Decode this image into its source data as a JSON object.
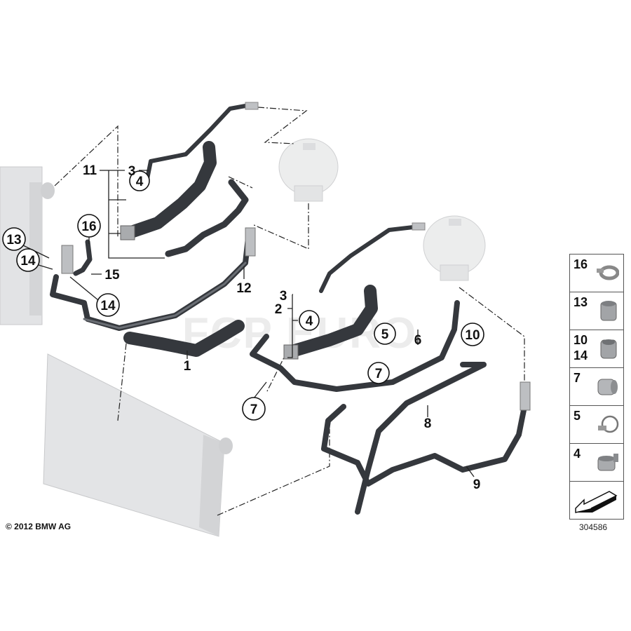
{
  "copyright": "© 2012 BMW AG",
  "diagram_number": "304586",
  "watermark": "FCP EURO",
  "callouts": {
    "c3a": "3",
    "c11": "11",
    "c4a": "4",
    "c16": "16",
    "c13": "13",
    "c14a": "14",
    "c15": "15",
    "c14b": "14",
    "c12": "12",
    "c3b": "3",
    "c2": "2",
    "c4b": "4",
    "c1": "1",
    "c5": "5",
    "c6": "6",
    "c10": "10",
    "c7a": "7",
    "c7b": "7",
    "c8": "8",
    "c9": "9"
  },
  "legend": [
    {
      "labels": [
        "16"
      ],
      "icon": "hose-clamp-spring-icon"
    },
    {
      "labels": [
        "13"
      ],
      "icon": "quick-connector-icon"
    },
    {
      "labels": [
        "10",
        "14"
      ],
      "icon": "quick-connector-icon"
    },
    {
      "labels": [
        "7"
      ],
      "icon": "clamp-sleeve-icon"
    },
    {
      "labels": [
        "5"
      ],
      "icon": "hose-clamp-icon"
    },
    {
      "labels": [
        "4"
      ],
      "icon": "hose-clamp-band-icon"
    },
    {
      "labels": [],
      "icon": "direction-arrow-icon"
    }
  ]
}
